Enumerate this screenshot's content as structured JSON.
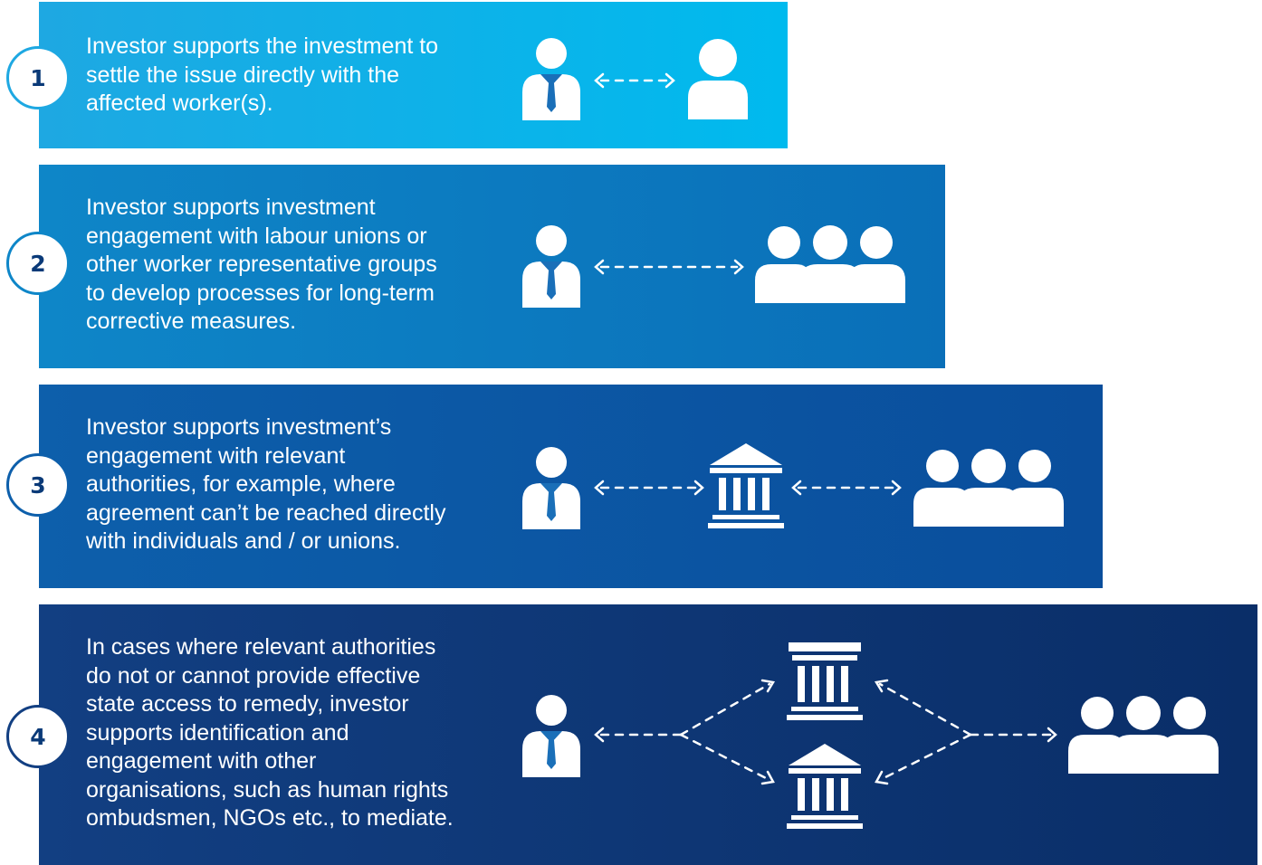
{
  "steps": [
    {
      "number": "1",
      "text": "Investor supports the investment to\nsettle the issue directly with the\naffected worker(s)."
    },
    {
      "number": "2",
      "text": "Investor supports investment\nengagement with labour unions or\nother worker representative groups\nto develop processes for long-term\ncorrective measures."
    },
    {
      "number": "3",
      "text": "Investor supports investment’s\nengagement with relevant\nauthorities, for example, where\nagreement can’t be reached directly\nwith individuals and / or unions."
    },
    {
      "number": "4",
      "text": "In cases where relevant authorities\ndo not or cannot provide effective\nstate access to remedy, investor\nsupports identification and\nengagement with other\norganisations, such as human rights\nombudsmen, NGOs etc., to mediate."
    }
  ],
  "colors": {
    "band_1": "#00b3ea",
    "band_2": "#0b7bc2",
    "band_3": "#0c58a6",
    "band_4": "#0f3675",
    "text": "#ffffff",
    "number": "#0a3a78"
  }
}
